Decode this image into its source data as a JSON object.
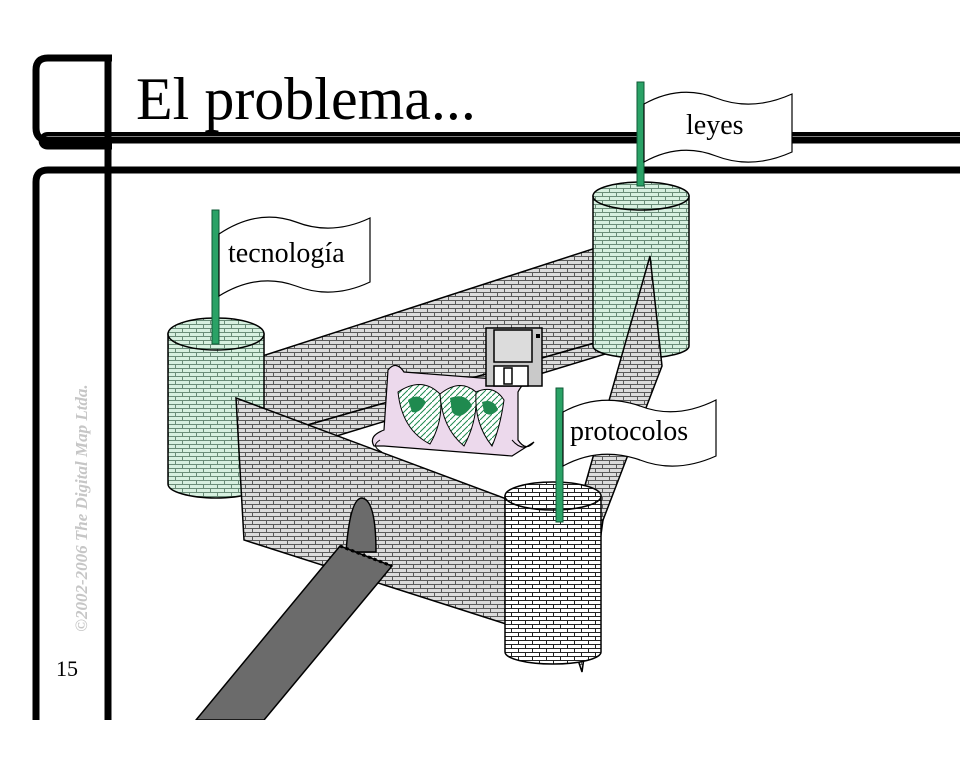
{
  "slide": {
    "title": "El problema...",
    "page_number": "15",
    "copyright": "©2002-2006 The Digital Map Ltda."
  },
  "flags": {
    "tecnologia": "tecnología",
    "leyes": "leyes",
    "protocolos": "protocolos"
  },
  "colors": {
    "tower_green": "#d7f0e0",
    "flag_pole": "#2aa266",
    "wall_fill": "#dcdcdc",
    "wall_lines": "#555555",
    "cannon": "#6b6b6b",
    "map_paper": "#ecd9ec",
    "globe_green": "#1f8a4f"
  }
}
